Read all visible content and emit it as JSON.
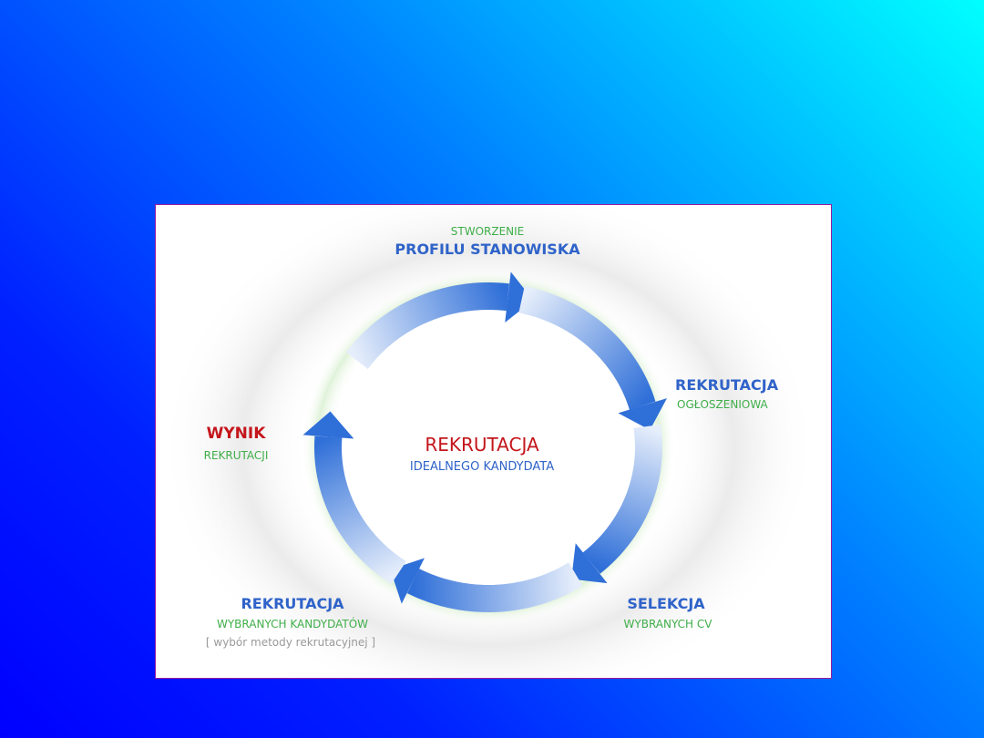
{
  "diagram": {
    "top": {
      "line1": "STWORZENIE",
      "line2": "PROFILU STANOWISKA"
    },
    "right": {
      "line1": "REKRUTACJA",
      "line2": "OGŁOSZENIOWA"
    },
    "left": {
      "line1": "WYNIK",
      "line2": "REKRUTACJI"
    },
    "center": {
      "line1": "REKRUTACJA",
      "line2": "IDEALNEGO KANDYDATA"
    },
    "bottom_left": {
      "line1": "REKRUTACJA",
      "line2": "WYBRANYCH KANDYDATÓW",
      "line3": "[ wybór metody rekrutacyjnej ]"
    },
    "bottom_right": {
      "line1": "SELEKCJA",
      "line2": "WYBRANYCH CV"
    }
  },
  "colors": {
    "arrow": "#2f6fd8",
    "arrow_light": "#e6eefb",
    "green": "#3fae49",
    "blue": "#2f63c9",
    "red": "#c4161c"
  }
}
